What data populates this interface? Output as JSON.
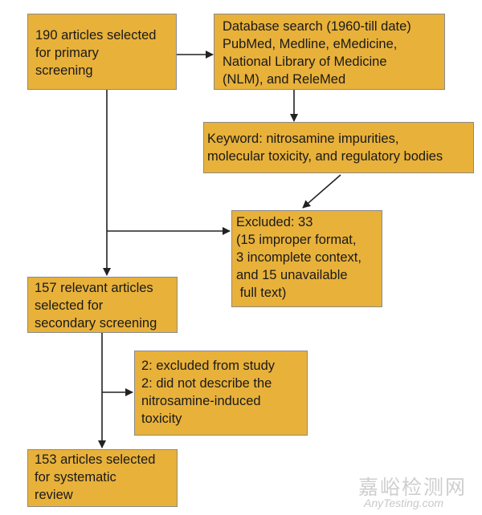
{
  "boxes": {
    "primary": "190 articles selected\nfor primary\nscreening",
    "database": "Database search (1960-till date)\nPubMed, Medline, eMedicine,\nNational Library of Medicine\n(NLM), and ReleMed",
    "keyword": "Keyword: nitrosamine impurities,\nmolecular toxicity, and regulatory bodies",
    "excluded": "Excluded: 33\n(15 improper format,\n3 incomplete context,\nand 15 unavailable\n full text)",
    "secondary": "157 relevant articles\nselected for\nsecondary screening",
    "excluded2": "2: excluded from study\n2: did not describe the\nnitrosamine-induced\ntoxicity",
    "final": "153 articles selected\nfor systematic\nreview"
  },
  "watermark": {
    "chinese": "嘉峪检测网",
    "english": "AnyTesting.com"
  },
  "colors": {
    "box_fill": "#e8b13a",
    "box_border": "#8a8a8a",
    "arrow": "#222222"
  }
}
